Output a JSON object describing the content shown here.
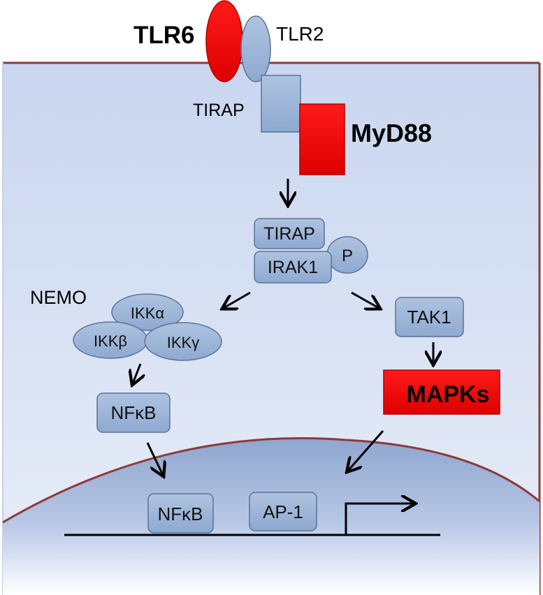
{
  "receptors": {
    "tlr6": "TLR6",
    "tlr2": "TLR2"
  },
  "adaptors": {
    "tirap": "TIRAP",
    "myd88": "MyD88"
  },
  "complex": {
    "tirap": "TIRAP",
    "irak1": "IRAK1",
    "phospho": "P"
  },
  "ikk": {
    "nemo": "NEMO",
    "alpha": "IKKα",
    "beta": "IKKβ",
    "gamma": "IKKγ"
  },
  "cytoplasm": {
    "nfkb": "NFκB",
    "tak1": "TAK1",
    "mapks": "MAPKs"
  },
  "nucleus": {
    "nfkb": "NFκB",
    "ap1": "AP-1"
  },
  "colors": {
    "highlight_red": "#ee0000",
    "node_blue": "#9db5d6",
    "membrane": "#8b3a3a",
    "cytoplasm_fill": "#d6e0f3"
  }
}
